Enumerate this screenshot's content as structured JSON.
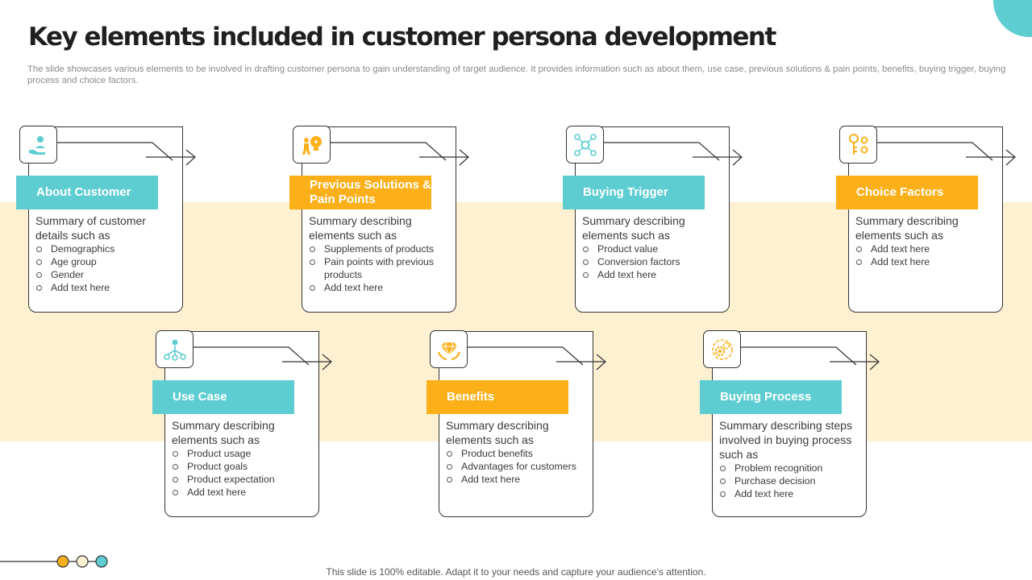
{
  "slide": {
    "title": "Key elements included in customer persona development",
    "subtitle": "The slide showcases various elements to be involved in drafting customer persona to gain understanding of target audience. It provides information such as about them, use case, previous solutions & pain points, benefits, buying trigger, buying process and choice factors.",
    "footer": "This slide is 100% editable. Adapt it to your needs and capture your audience's attention."
  },
  "colors": {
    "teal": "#5ecdd1",
    "orange": "#fbb01a",
    "band": "#fdf1d2",
    "dot_orange": "#f7b11f",
    "dot_cream": "#fdf1d2"
  },
  "cards": [
    {
      "icon": "customer-care-icon",
      "accent": "teal",
      "label": "About Customer",
      "summary": "Summary of customer details such as",
      "items": [
        "Demographics",
        "Age group",
        "Gender",
        "Add text here"
      ]
    },
    {
      "icon": "pain-points-icon",
      "accent": "orange",
      "label": "Previous Solutions & Pain Points",
      "summary": "Summary describing elements such as",
      "items": [
        "Supplements of products",
        "Pain points with previous  products",
        "Add text here"
      ]
    },
    {
      "icon": "network-icon",
      "accent": "teal",
      "label": "Buying Trigger",
      "summary": "Summary describing elements such as",
      "items": [
        "Product value",
        "Conversion  factors",
        "Add text here"
      ]
    },
    {
      "icon": "key-gears-icon",
      "accent": "orange",
      "label": "Choice Factors",
      "summary": "Summary describing elements such as",
      "items": [
        "Add text here",
        "Add text here"
      ]
    },
    {
      "icon": "user-network-icon",
      "accent": "teal",
      "label": "Use Case",
      "summary": "Summary describing elements such as",
      "items": [
        "Product usage",
        "Product goals",
        "Product expectation",
        "Add text here"
      ]
    },
    {
      "icon": "diamond-hands-icon",
      "accent": "orange",
      "label": "Benefits",
      "summary": "Summary describing elements such as",
      "items": [
        "Product benefits",
        "Advantages for customers",
        "Add text here"
      ]
    },
    {
      "icon": "gears-icon",
      "accent": "teal",
      "label": "Buying Process",
      "summary": "Summary describing steps involved  in buying process such as",
      "items": [
        "Problem recognition",
        "Purchase decision",
        "Add text here"
      ]
    }
  ]
}
